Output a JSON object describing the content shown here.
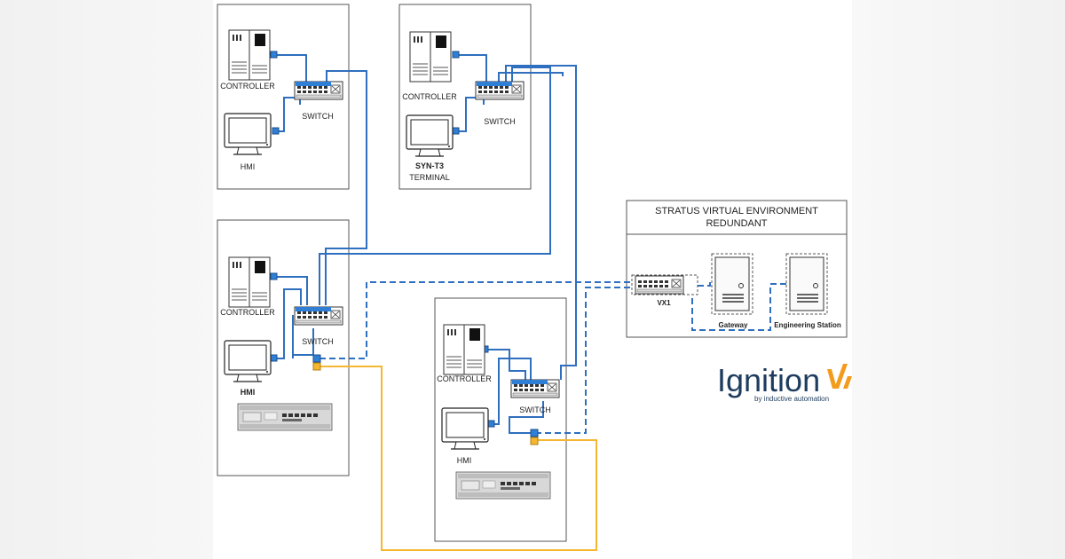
{
  "site1": {
    "controller_label": "CONTROLLER",
    "switch_label": "SWITCH",
    "hmi_label": "HMI"
  },
  "site2": {
    "controller_label": "CONTROLLER",
    "switch_label": "SWITCH",
    "terminal_name": "SYN-T3",
    "terminal_label": "TERMINAL"
  },
  "site3": {
    "controller_label": "CONTROLLER",
    "switch_label": "SWITCH",
    "hmi_label": "HMI"
  },
  "site4": {
    "controller_label": "CONTROLLER",
    "switch_label": "SWITCH",
    "hmi_label": "HMI"
  },
  "stratus": {
    "title_line1": "STRATUS VIRTUAL ENVIRONMENT",
    "title_line2": "REDUNDANT",
    "vswitch_label": "VX1",
    "gateway_label": "Gateway",
    "engineering_label": "Engineering Station"
  },
  "logo": {
    "wordmark": "Ignition",
    "tagline": "by inductive automation"
  },
  "colors": {
    "network_blue": "#2f6fbf",
    "serial_orange": "#f5b731",
    "port_blue": "#2f7fd6",
    "port_orange": "#f5b731",
    "logo_navy": "#1d3c5e",
    "logo_orange": "#f29b1d"
  }
}
